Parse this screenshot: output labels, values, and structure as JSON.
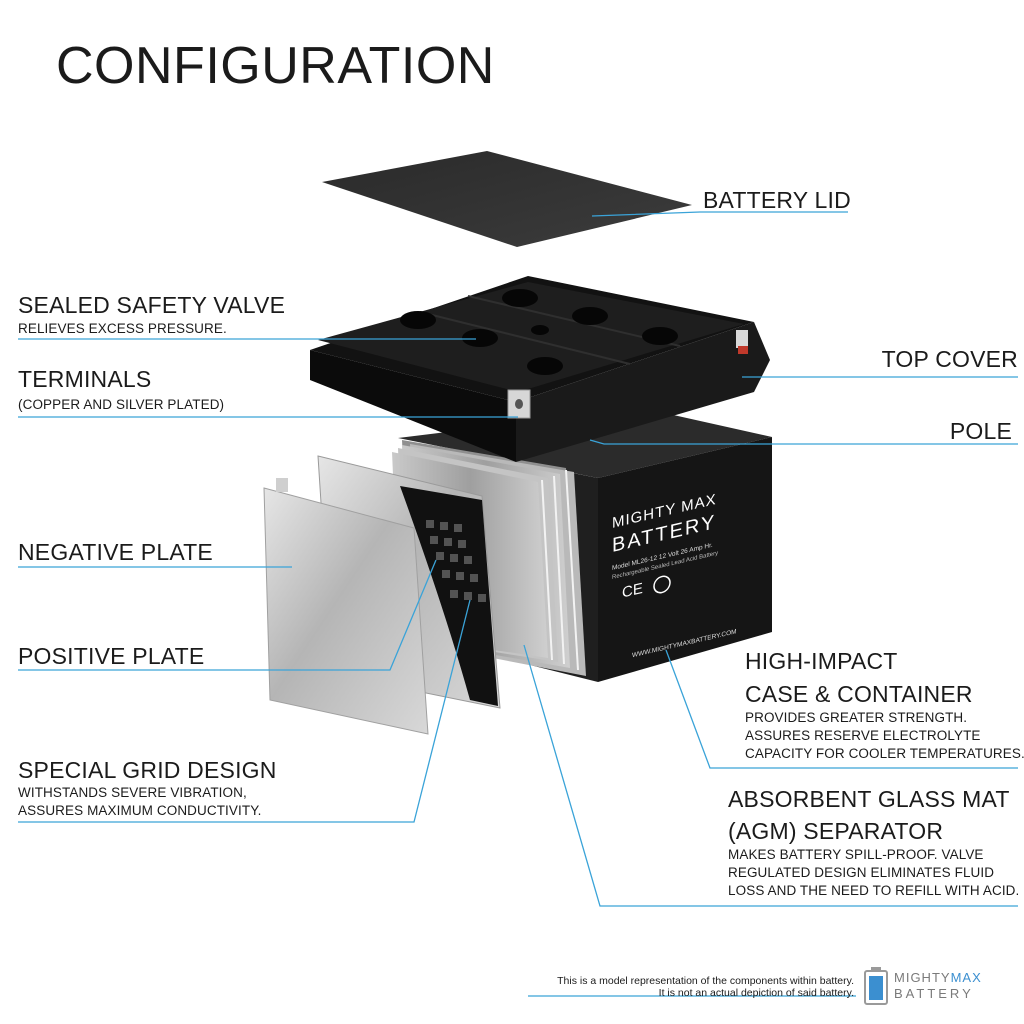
{
  "title": "CONFIGURATION",
  "labels": {
    "battery_lid": "BATTERY LID",
    "valve": {
      "title": "SEALED SAFETY VALVE",
      "desc": "RELIEVES EXCESS PRESSURE."
    },
    "terminals": {
      "title": "TERMINALS",
      "desc": "(COPPER AND SILVER PLATED)"
    },
    "top_cover": "TOP COVER",
    "pole": "POLE",
    "negative_plate": "NEGATIVE PLATE",
    "positive_plate": "POSITIVE PLATE",
    "grid": {
      "title": "SPECIAL GRID DESIGN",
      "desc1": "WITHSTANDS SEVERE VIBRATION,",
      "desc2": "ASSURES MAXIMUM CONDUCTIVITY."
    },
    "case": {
      "title1": "HIGH-IMPACT",
      "title2": "CASE & CONTAINER",
      "desc1": "PROVIDES GREATER STRENGTH.",
      "desc2": "ASSURES RESERVE ELECTROLYTE",
      "desc3": "CAPACITY FOR COOLER TEMPERATURES."
    },
    "agm": {
      "title1": "ABSORBENT GLASS MAT",
      "title2": "(AGM) SEPARATOR",
      "desc1": "MAKES BATTERY SPILL-PROOF. VALVE",
      "desc2": "REGULATED DESIGN ELIMINATES FLUID",
      "desc3": "LOSS AND THE NEED TO REFILL WITH ACID."
    }
  },
  "battery_face": {
    "brand1": "MIGHTY MAX",
    "brand2": "BATTERY",
    "model": "Model ML26-12  12 Volt 26 Amp Hr.",
    "sub": "Rechargeable Sealed Lead Acid Battery",
    "url": "WWW.MIGHTYMAXBATTERY.COM"
  },
  "footer": {
    "line1": "This is a model representation of the components within battery.",
    "line2": "It is not an actual depiction of said battery."
  },
  "logo": {
    "part1": "MIGHTY",
    "part2": "MAX",
    "part3": "BATTERY"
  },
  "colors": {
    "leader": "#3aa3d8",
    "text": "#1b1b1b",
    "battery": "#161616"
  }
}
